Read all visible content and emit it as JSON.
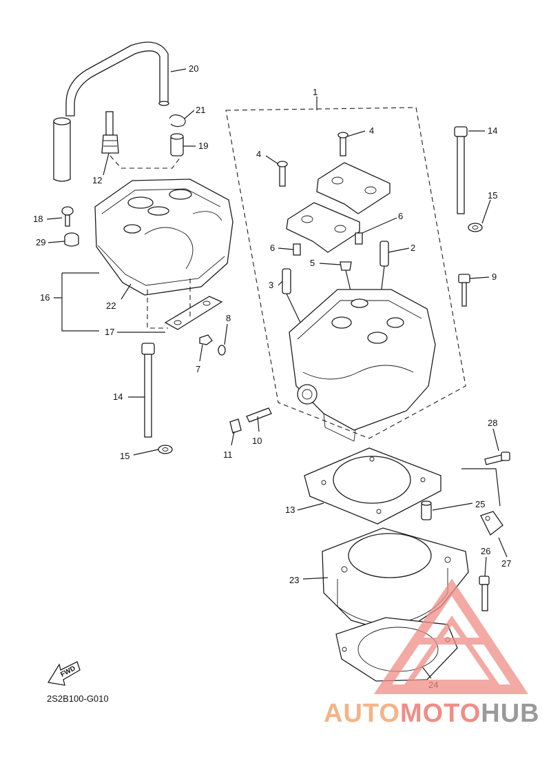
{
  "diagram": {
    "code": "2S2B100-G010",
    "fwd_label": "FWD",
    "callouts": [
      "20",
      "21",
      "1",
      "4",
      "14",
      "19",
      "12",
      "4",
      "15",
      "18",
      "6",
      "29",
      "6",
      "2",
      "5",
      "3",
      "9",
      "16",
      "22",
      "8",
      "17",
      "7",
      "14",
      "10",
      "11",
      "28",
      "15",
      "13",
      "25",
      "27",
      "26",
      "23",
      "24"
    ]
  },
  "watermark": {
    "part1": "AUTO",
    "part2": "MOTO",
    "part3": "HUB",
    "colors": {
      "orange": "#f4b486",
      "red": "#f08d86",
      "gray": "#9a9a9a"
    }
  }
}
